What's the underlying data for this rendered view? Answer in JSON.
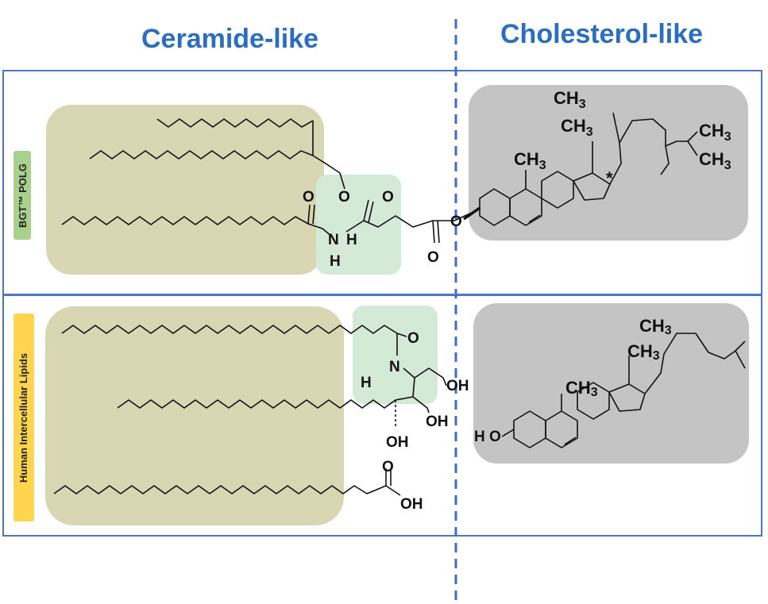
{
  "headers": {
    "left": "Ceramide-like",
    "right": "Cholesterol-like"
  },
  "rows": {
    "top": {
      "label": "BGT™ POLG"
    },
    "bottom": {
      "label": "Human Intercellular Lipids"
    }
  },
  "atoms": {
    "ch3": "CH3",
    "ch": "CH",
    "three": "3",
    "o": "O",
    "n": "N",
    "h": "H",
    "oh": "OH",
    "star": "*",
    "ho": "H O"
  },
  "colors": {
    "header_blue": "#2a6ebd",
    "panel_border": "#4a76c5",
    "hydrophobic_region": "#d9d6b3",
    "polar_region": "#d5ead6",
    "sterol_region": "#c4c4c4",
    "divider": "#3d6cc4",
    "top_label_bg": "#a9d18e",
    "bottom_label_bg": "#ffd54f"
  }
}
